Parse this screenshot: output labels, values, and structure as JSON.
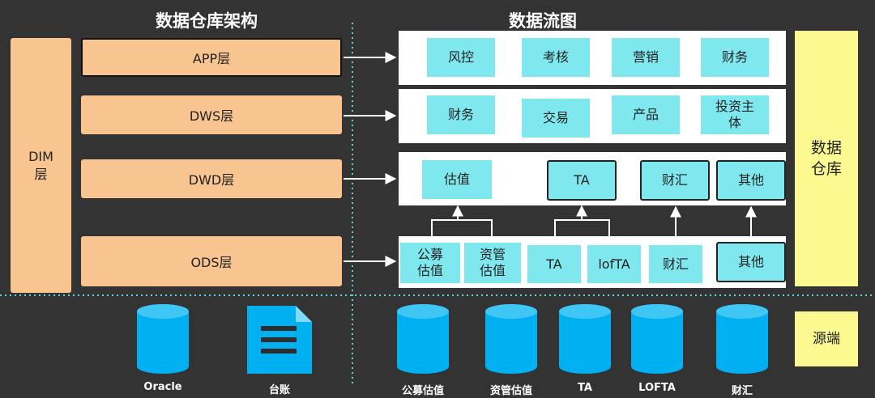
{
  "titles": {
    "architecture": "数据仓库架构",
    "flow": "数据流图"
  },
  "dim_layer": "DIM\n层",
  "layers": {
    "app": "APP层",
    "dws": "DWS层",
    "dwd": "DWD层",
    "ods": "ODS层"
  },
  "app_row": [
    "风控",
    "考核",
    "营销",
    "财务"
  ],
  "dws_row": [
    "财务",
    "交易",
    "产品",
    "投资主\n体"
  ],
  "dwd_row": [
    "估值",
    "TA",
    "财汇",
    "其他"
  ],
  "ods_row": [
    "公募\n估值",
    "资管\n估值",
    "TA",
    "lofTA",
    "财汇",
    "其他"
  ],
  "right_labels": {
    "warehouse": "数据\n仓库",
    "source": "源端"
  },
  "sources_left": [
    {
      "label": "Oracle",
      "icon": "database-icon"
    },
    {
      "label": "台账",
      "icon": "document-icon"
    }
  ],
  "sources_right": [
    "公募估值",
    "资管估值",
    "TA",
    "LOFTA",
    "财汇"
  ],
  "colors": {
    "background": "#333333",
    "layer": "#f8c48f",
    "cell": "#7fe8ef",
    "warehouse": "#fbf98f",
    "database": "#00b0f0"
  }
}
